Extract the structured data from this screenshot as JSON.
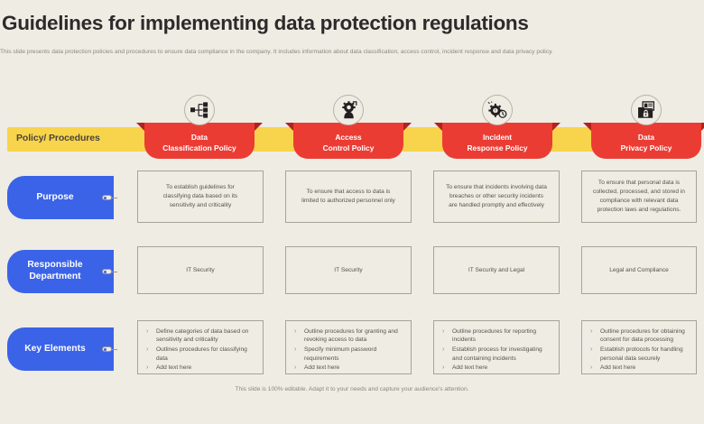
{
  "slide": {
    "title": "Guidelines for implementing data protection regulations",
    "subtitle": "This slide presents data protection policies and procedures to ensure data compliance in the company. It includes information about data classification, access control, incident response and data privacy policy.",
    "footer": "This slide is 100% editable. Adapt it to your needs and capture your audience's attention.",
    "band_label": "Policy/ Procedures",
    "colors": {
      "background": "#efece4",
      "band_yellow": "#f7d44c",
      "banner_red": "#eb3c34",
      "banner_fold": "#b3221c",
      "row_label_blue": "#3a63e8",
      "cell_border": "#a9a296",
      "body_text": "#57534a",
      "muted_text": "#8d877b",
      "title_text": "#2b2b2b"
    }
  },
  "columns": [
    {
      "icon": "hierarchy-icon",
      "title_line1": "Data",
      "title_line2": "Classification Policy",
      "purpose": [
        "To establish guidelines for",
        "classifying data based on its",
        "sensitivity and criticality"
      ],
      "department": "IT Security",
      "key_elements": [
        "Define categories of data based on sensitivity and criticality",
        "Outlines procedures for classifying data",
        "Add text here"
      ]
    },
    {
      "icon": "gear-head-icon",
      "title_line1": "Access",
      "title_line2": "Control Policy",
      "purpose": [
        "To ensure that access to data is",
        "limited to authorized personnel only"
      ],
      "department": "IT Security",
      "key_elements": [
        "Outline procedures for granting and revoking access to data",
        "Specify minimum password requirements",
        "Add text here"
      ]
    },
    {
      "icon": "gear-clock-alert-icon",
      "title_line1": "Incident",
      "title_line2": "Response Policy",
      "purpose": [
        "To ensure that incidents involving data",
        "breaches or other security incidents",
        "are handled promptly and effectively"
      ],
      "department": "IT Security and Legal",
      "key_elements": [
        "Outline procedures for reporting incidents",
        "Establish process for investigating and containing incidents",
        "Add text here"
      ]
    },
    {
      "icon": "secure-folder-id-icon",
      "title_line1": "Data",
      "title_line2": "Privacy Policy",
      "purpose": [
        "To ensure that personal data is",
        "collected, processed, and stored in",
        "compliance with relevant data",
        "protection laws and regulations."
      ],
      "department": "Legal and Compliance",
      "key_elements": [
        "Outline procedures for obtaining consent for data processing",
        "Establish protocols for handling personal data securely",
        "Add text here"
      ]
    }
  ],
  "rows": [
    {
      "label_line1": "Purpose",
      "label_line2": ""
    },
    {
      "label_line1": "Responsible",
      "label_line2": "Department"
    },
    {
      "label_line1": "Key Elements",
      "label_line2": ""
    }
  ]
}
